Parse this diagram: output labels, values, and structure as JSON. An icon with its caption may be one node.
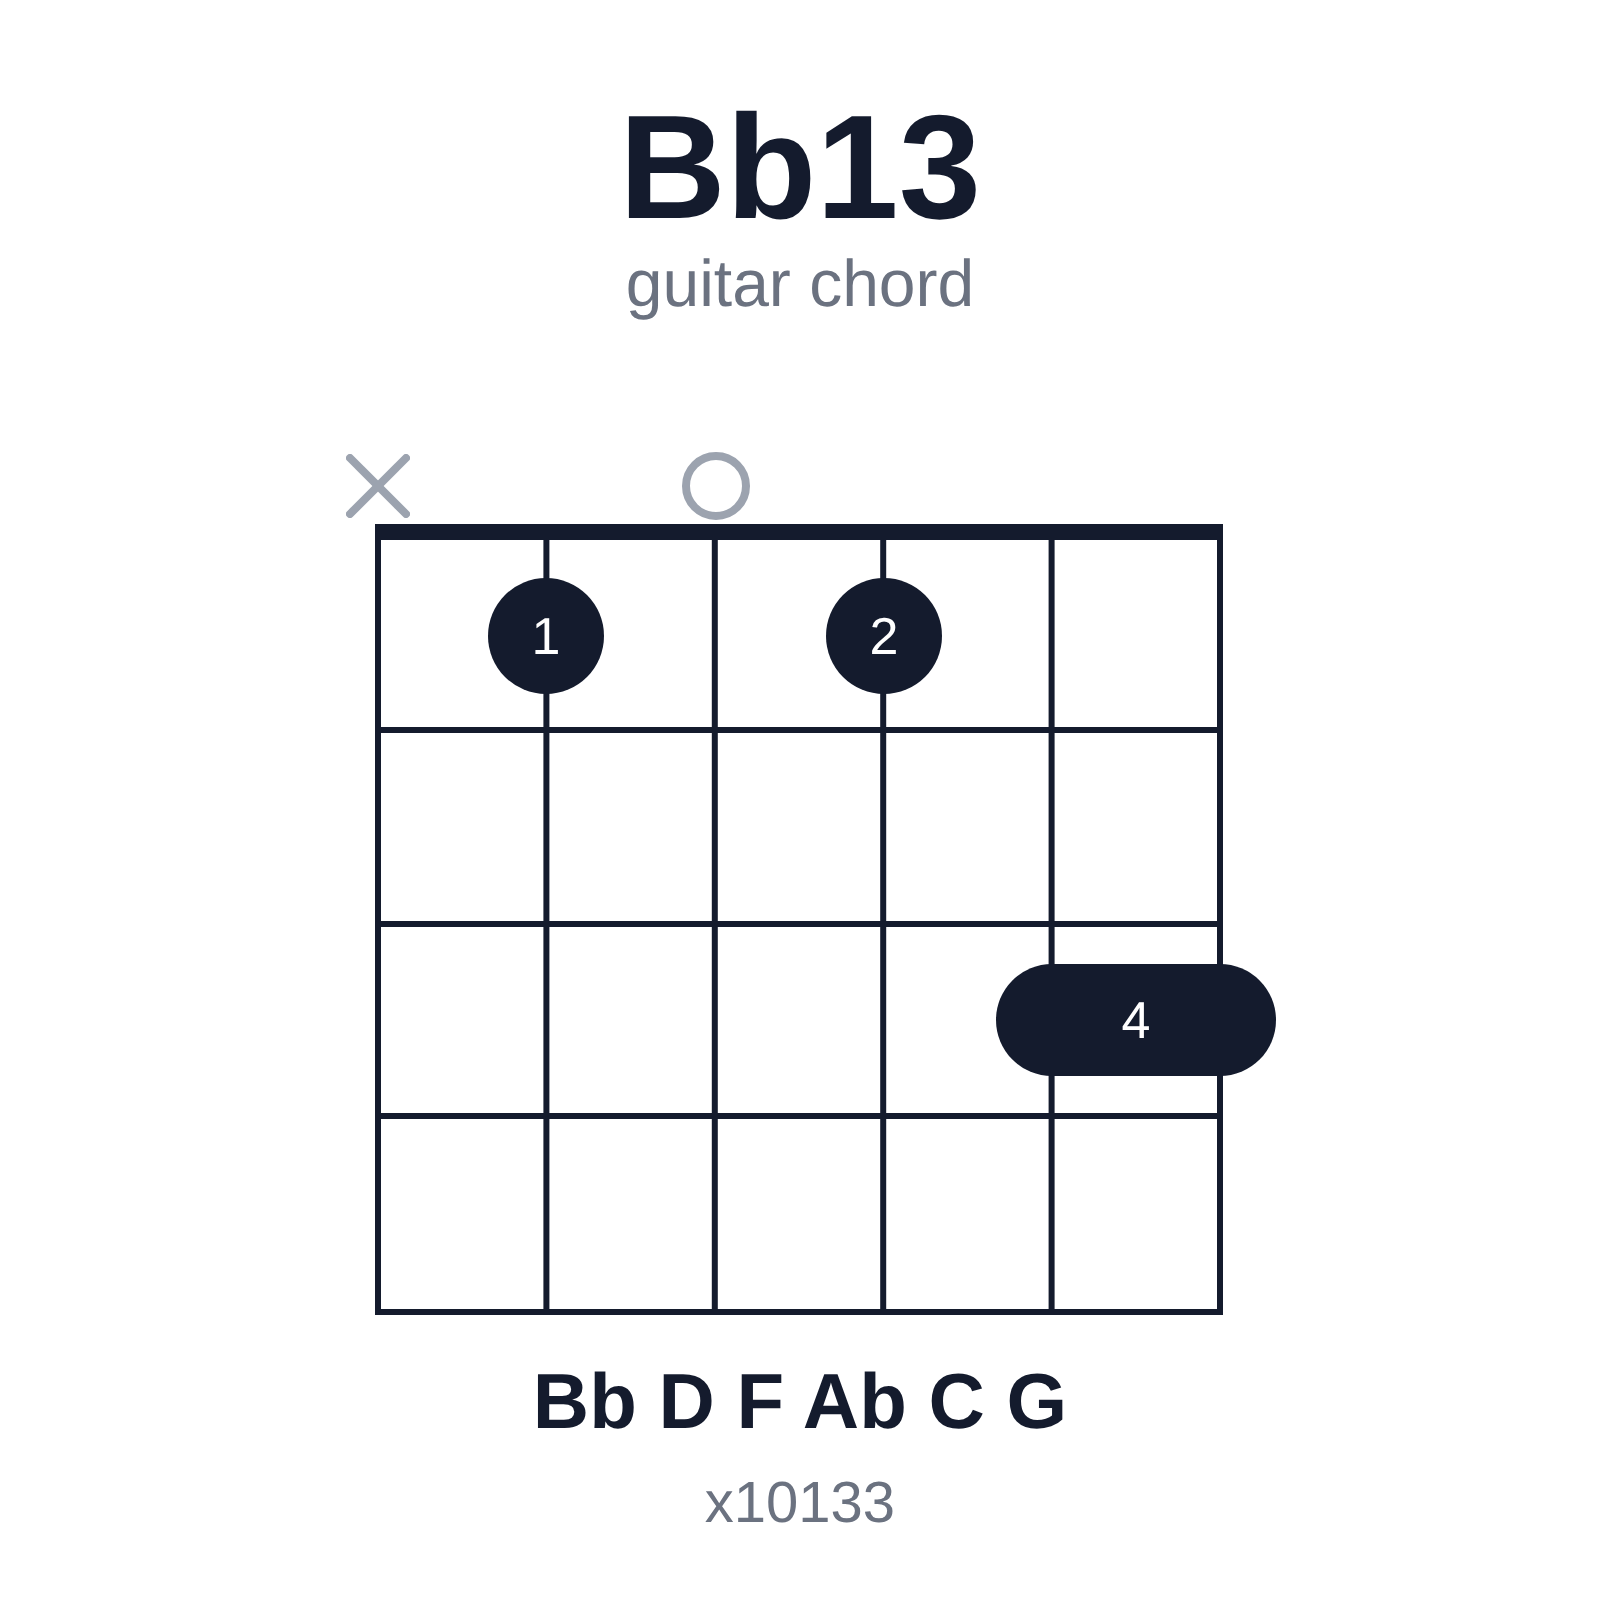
{
  "diagram": {
    "title": "Bb13",
    "nodes": [
      {
        "text": [],
        "shape": "cross"
      },
      {
        "text": [],
        "shape": "circle"
      },
      {
        "text": [
          "1"
        ]
      },
      {
        "text": [
          "2"
        ]
      },
      {
        "text": [
          "4"
        ]
      }
    ],
    "labels": [
      "guitar chord",
      "Bb D F Ab C G",
      "x10133"
    ]
  }
}
